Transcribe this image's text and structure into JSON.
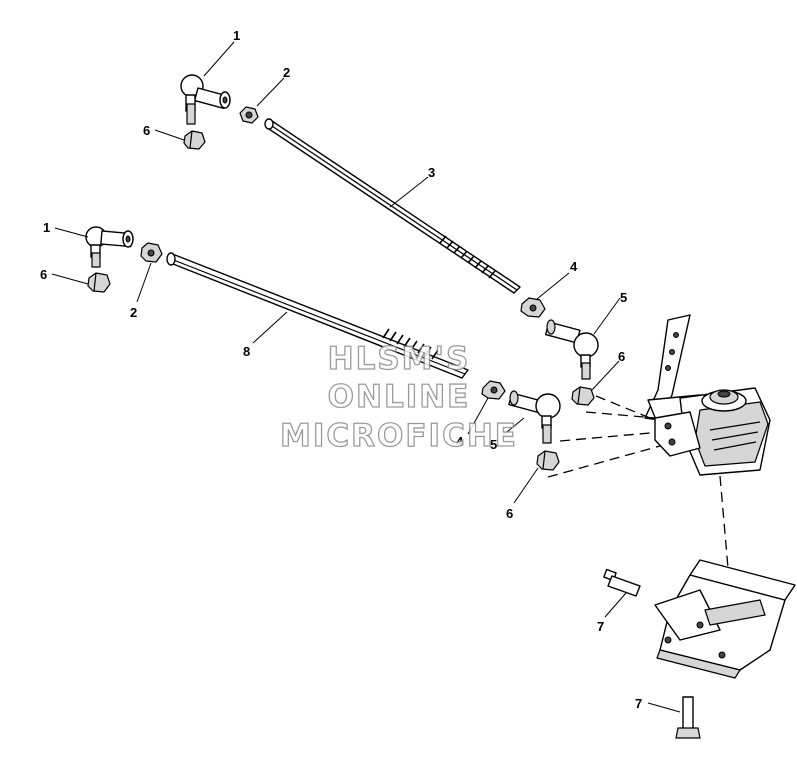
{
  "callouts": [
    {
      "id": "c1a",
      "text": "1"
    },
    {
      "id": "c2a",
      "text": "2"
    },
    {
      "id": "c6a",
      "text": "6"
    },
    {
      "id": "c3",
      "text": "3"
    },
    {
      "id": "c1b",
      "text": "1"
    },
    {
      "id": "c6b",
      "text": "6"
    },
    {
      "id": "c2b",
      "text": "2"
    },
    {
      "id": "c8",
      "text": "8"
    },
    {
      "id": "c4a",
      "text": "4"
    },
    {
      "id": "c5a",
      "text": "5"
    },
    {
      "id": "c6c",
      "text": "6"
    },
    {
      "id": "c4b",
      "text": "4"
    },
    {
      "id": "c5b",
      "text": "5"
    },
    {
      "id": "c6d",
      "text": "6"
    },
    {
      "id": "c7a",
      "text": "7"
    },
    {
      "id": "c7b",
      "text": "7"
    }
  ],
  "watermark": {
    "line1": "HLSM'S",
    "line2": "ONLINE",
    "line3": "MICROFICHE"
  }
}
